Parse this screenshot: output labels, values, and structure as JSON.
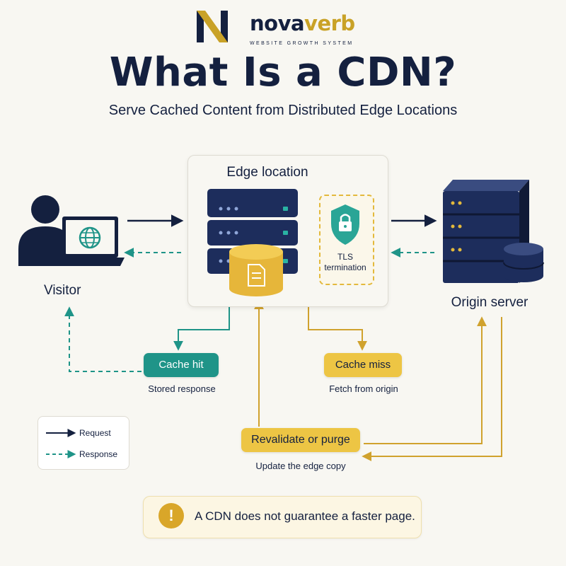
{
  "brand": {
    "name_part1": "nova",
    "name_part2": "verb",
    "tagline": "WEBSITE GROWTH SYSTEM",
    "logo_icon": "n-monogram-icon"
  },
  "title": "What Is a CDN?",
  "subtitle": "Serve Cached Content from Distributed Edge Locations",
  "nodes": {
    "visitor": {
      "label": "Visitor",
      "icon": "person-laptop-globe-icon"
    },
    "edge": {
      "label": "Edge location",
      "icon": "server-rack-cache-icon"
    },
    "tls": {
      "label": "TLS termination",
      "icon": "shield-lock-icon"
    },
    "origin": {
      "label": "Origin server",
      "icon": "server-database-icon"
    }
  },
  "outcomes": {
    "cache_hit": {
      "label": "Cache hit",
      "caption": "Stored response"
    },
    "cache_miss": {
      "label": "Cache miss",
      "caption": "Fetch from origin"
    },
    "revalidate": {
      "label": "Revalidate or purge",
      "caption": "Update the edge copy"
    }
  },
  "legend": {
    "request": "Request",
    "response": "Response"
  },
  "note": {
    "text": "A CDN does not guarantee a faster page.",
    "icon": "warning-icon",
    "icon_glyph": "!"
  },
  "colors": {
    "navy": "#14203f",
    "teal": "#1f9488",
    "gold": "#edc544",
    "dark_gold": "#d0a22e",
    "background": "#f8f7f2"
  }
}
